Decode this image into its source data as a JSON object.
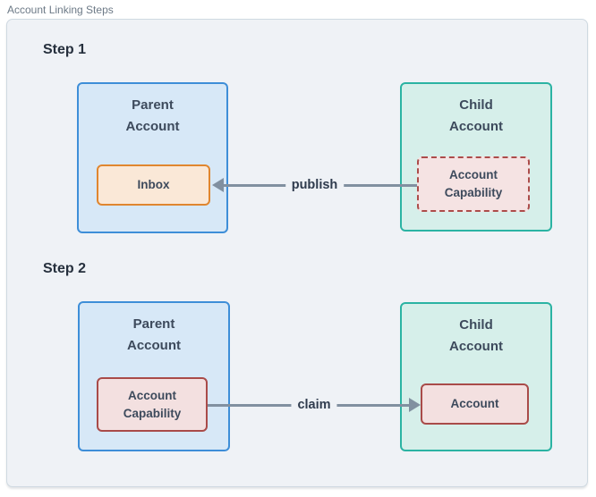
{
  "header": {
    "title": "Account Linking Steps"
  },
  "colors": {
    "page_bg": "#ffffff",
    "panel_bg": "#eff2f6",
    "panel_border": "#cfd9e1",
    "panel_title_text": "#6d7a87",
    "step_label_text": "#26303d",
    "node_text": "#3d4a5c",
    "arrow": "#8190a0",
    "parent_fill": "#d7e8f7",
    "parent_border": "#3e8ed8",
    "child_fill": "#d6efea",
    "child_border": "#2bb3a3",
    "inbox_fill": "#fae8d7",
    "inbox_border": "#e0862f",
    "capability_fill": "#f3e0e0",
    "capability_border": "#a94b49"
  },
  "steps": [
    {
      "label": "Step 1",
      "parent": {
        "title": "Parent\nAccount",
        "inner": "Inbox"
      },
      "child": {
        "title": "Child\nAccount",
        "inner": "Account\nCapability"
      },
      "arrow": {
        "label": "publish",
        "direction": "left"
      }
    },
    {
      "label": "Step 2",
      "parent": {
        "title": "Parent\nAccount",
        "inner": "Account\nCapability"
      },
      "child": {
        "title": "Child\nAccount",
        "inner": "Account"
      },
      "arrow": {
        "label": "claim",
        "direction": "right"
      }
    }
  ]
}
